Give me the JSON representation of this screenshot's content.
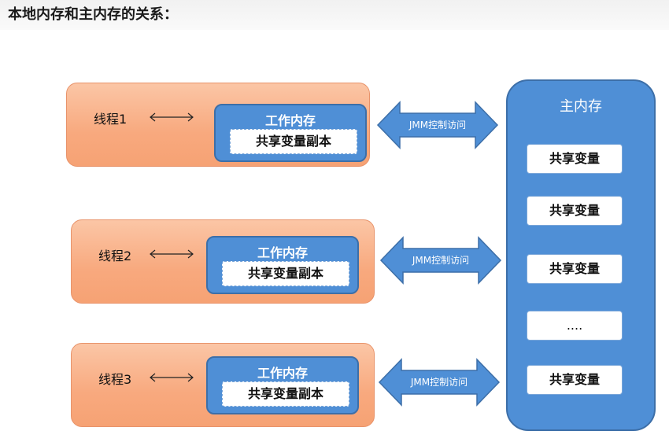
{
  "heading": "本地内存和主内存的关系：",
  "threads": [
    {
      "label": "线程1",
      "work_memory_title": "工作内存",
      "work_memory_copy": "共享变量副本",
      "jmm_label": "JMM控制访问"
    },
    {
      "label": "线程2",
      "work_memory_title": "工作内存",
      "work_memory_copy": "共享变量副本",
      "jmm_label": "JMM控制访问"
    },
    {
      "label": "线程3",
      "work_memory_title": "工作内存",
      "work_memory_copy": "共享变量副本",
      "jmm_label": "JMM控制访问"
    }
  ],
  "main_memory": {
    "title": "主内存",
    "items": [
      "共享变量",
      "共享变量",
      "共享变量",
      "....",
      "共享变量"
    ]
  },
  "colors": {
    "thread_fill": "#f8a97e",
    "memory_blue": "#4f8fd6",
    "border_blue": "#3d6fa8"
  }
}
